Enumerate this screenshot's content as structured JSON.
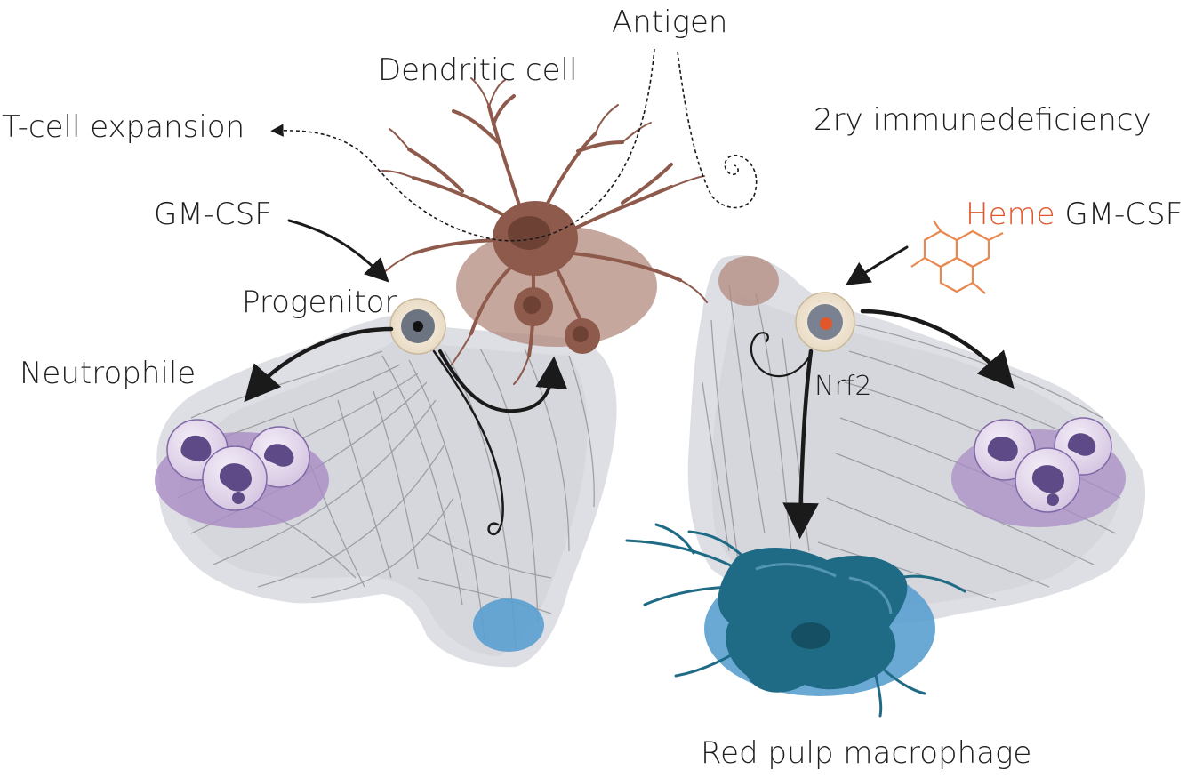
{
  "labels": {
    "antigen": "Antigen",
    "dendritic_cell": "Dendritic cell",
    "t_cell_expansion": "T-cell expansion",
    "gm_csf_left": "GM-CSF",
    "progenitor": "Progenitor",
    "neutrophile": "Neutrophile",
    "secondary_immunodeficiency": "2ry immunedeficiency",
    "heme": "Heme",
    "gm_csf_right": "GM-CSF",
    "nrf2": "Nrf2",
    "red_pulp_macrophage": "Red pulp macrophage"
  },
  "colors": {
    "heme": "#e0572b",
    "dendritic": "#8e5a4c",
    "neutrophil_zone": "#a98cc4",
    "macrophage": "#1f6b86",
    "macrophage_zone": "#5aa0cf",
    "flow_field": "#d5d6dc"
  }
}
